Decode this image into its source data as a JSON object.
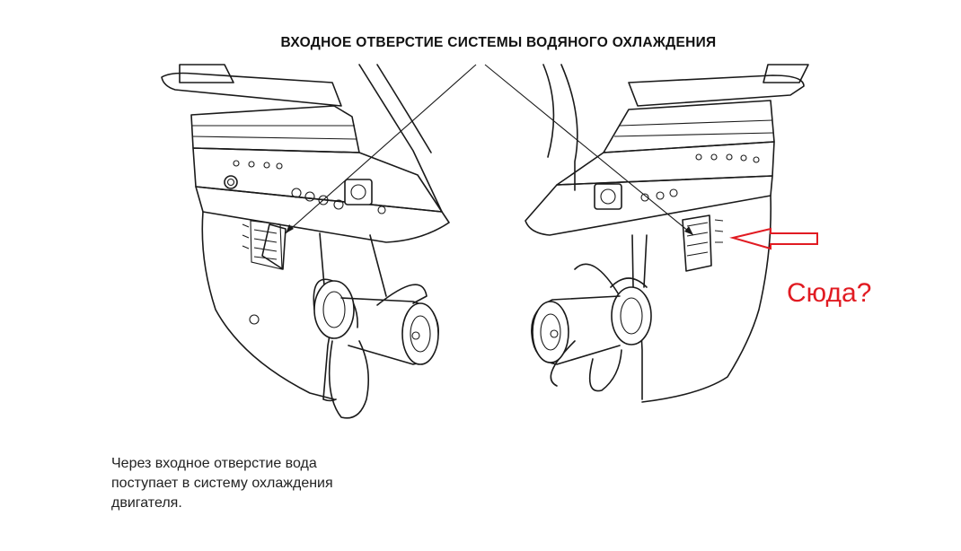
{
  "figure": {
    "title": "ВХОДНОЕ ОТВЕРСТИЕ СИСТЕМЫ ВОДЯНОГО ОХЛАЖДЕНИЯ",
    "caption_lines": [
      "Через входное отверстие вода",
      "поступает в систему охлаждения",
      "двигателя."
    ],
    "annotation": {
      "text": "Сюда?",
      "color": "#e11b22"
    }
  },
  "icons": {
    "annotation_arrow": "red-outline-arrow-left-icon",
    "left_unit": "outboard-lower-unit-left-icon",
    "right_unit": "outboard-lower-unit-right-icon"
  },
  "colors": {
    "line": "#1a1a1a",
    "annotation": "#e11b22",
    "background": "#ffffff"
  }
}
